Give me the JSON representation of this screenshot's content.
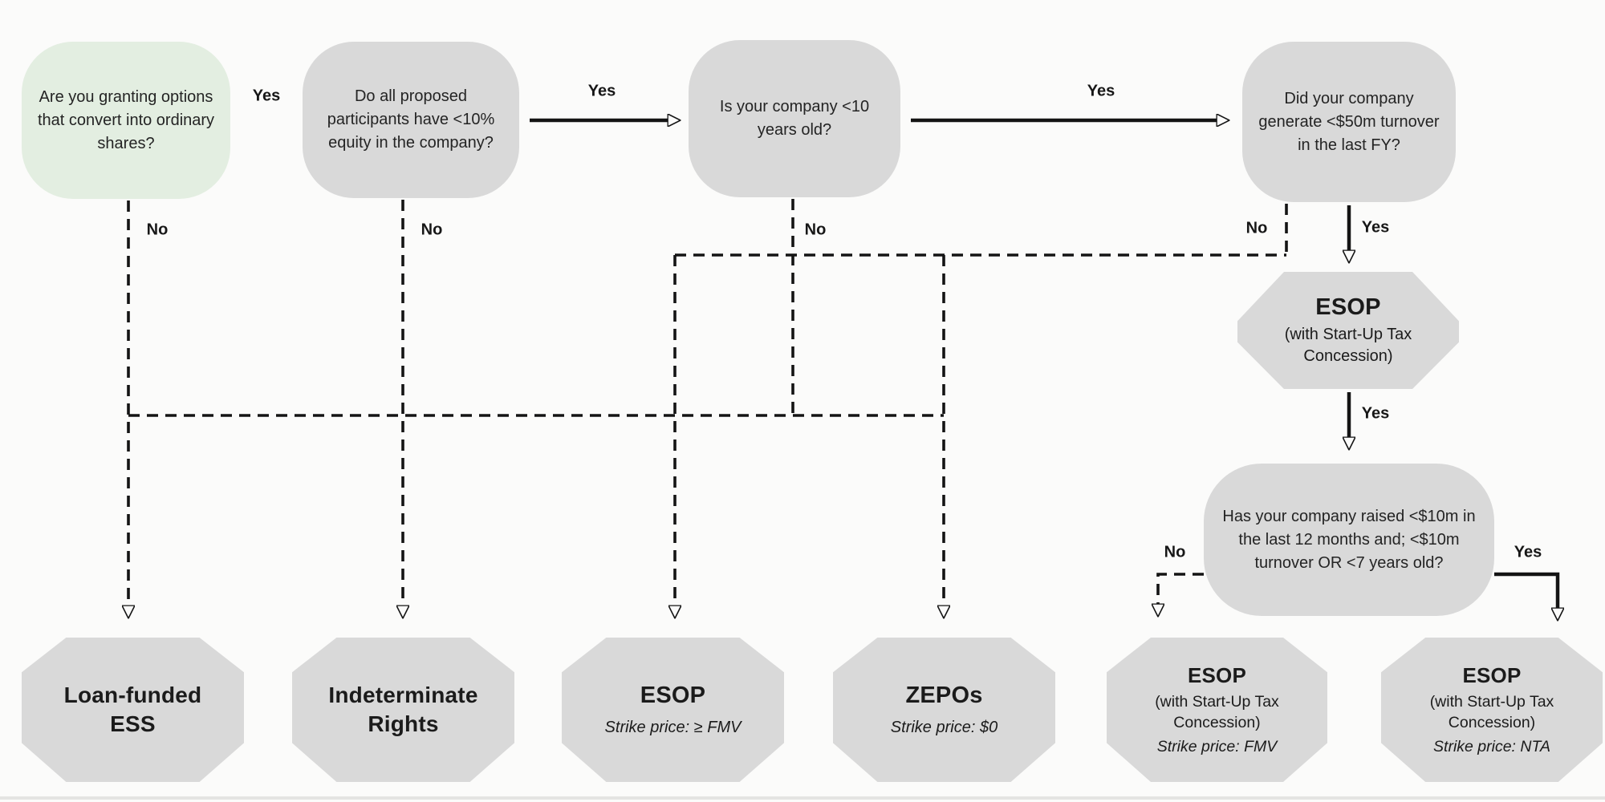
{
  "diagram": {
    "kind": "decision-flowchart",
    "topic": "Employee share option plan structuring decision tree"
  },
  "colors": {
    "question_box_gray": "#d9d9d9",
    "question_box_green": "#e3eee1",
    "outcome_octagon_gray": "#d9d9d9",
    "connector_line": "#141414",
    "background": "#fbfbfa",
    "bottom_rule": "#e4e4e2"
  },
  "labels": {
    "yes": "Yes",
    "no": "No"
  },
  "questions": {
    "q1": "Are you granting options that convert into ordinary shares?",
    "q2": "Do all proposed participants have <10% equity in the company?",
    "q3": "Is your company <10 years old?",
    "q4": "Did your company generate <$50m turnover in the last FY?",
    "q5": "Has your company raised <$10m in the last 12 months and; <$10m turnover OR <7 years old?"
  },
  "outcomes": {
    "esop_startup": {
      "title": "ESOP",
      "subtitle": "(with Start-Up Tax Concession)"
    },
    "loan_funded_ess": {
      "title": "Loan-funded ESS"
    },
    "indeterminate_rights": {
      "title": "Indeterminate Rights"
    },
    "esop_gte_fmv": {
      "title": "ESOP",
      "strike": "Strike price: ≥ FMV"
    },
    "zepos": {
      "title": "ZEPOs",
      "strike": "Strike price: $0"
    },
    "esop_strike_fmv": {
      "title": "ESOP",
      "subtitle": "(with Start-Up Tax Concession)",
      "strike": "Strike price: FMV"
    },
    "esop_strike_nta": {
      "title": "ESOP",
      "subtitle": "(with Start-Up Tax Concession)",
      "strike": "Strike price: NTA"
    }
  }
}
